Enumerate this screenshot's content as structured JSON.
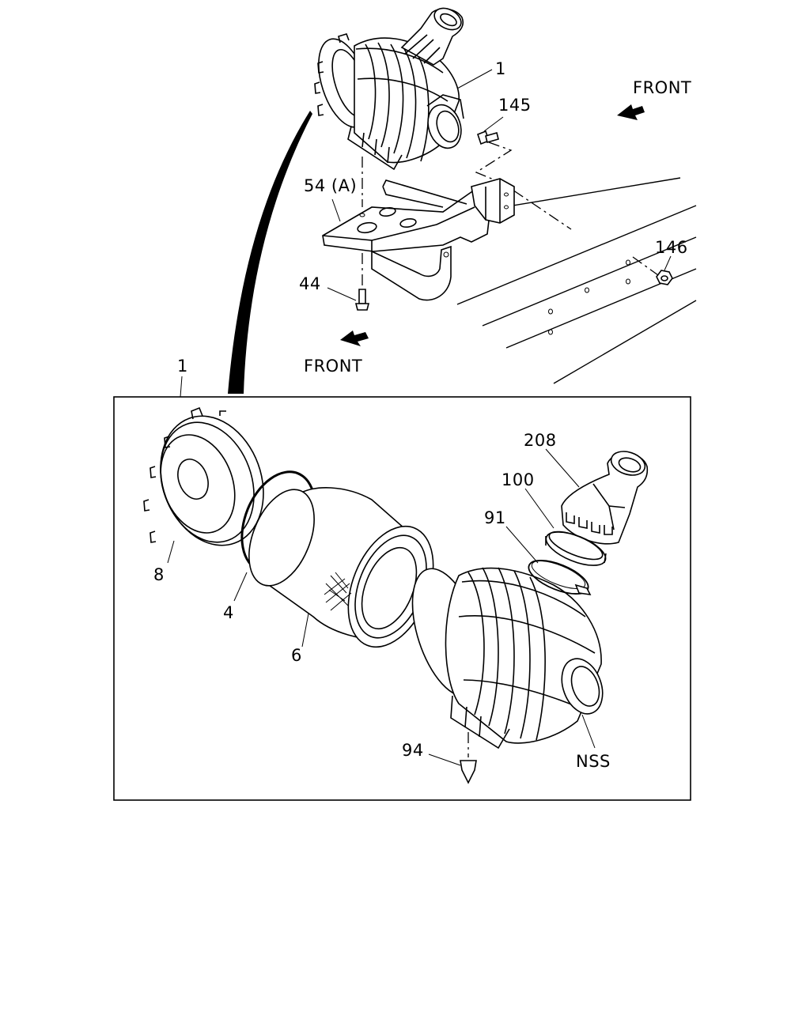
{
  "diagram": {
    "labels": {
      "top_assembly": "1",
      "bolt_145": "145",
      "front_upper": "FRONT",
      "bracket_54": "54 (A)",
      "nut_146": "146",
      "bolt_44": "44",
      "front_lower": "FRONT",
      "exploded_1": "1",
      "hose_208": "208",
      "ring_100": "100",
      "clamp_91": "91",
      "cover_8": "8",
      "oring_4": "4",
      "element_6": "6",
      "valve_94": "94",
      "housing_nss": "NSS"
    },
    "colors": {
      "ink": "#000000",
      "paper": "#ffffff"
    }
  }
}
